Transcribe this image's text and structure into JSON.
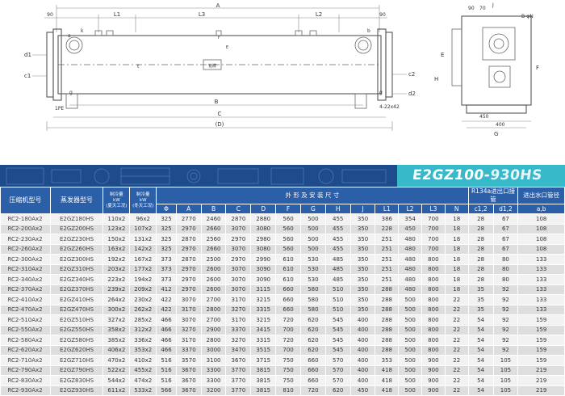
{
  "drawing": {
    "left_labels": [
      "d1",
      "c1"
    ],
    "right_labels": [
      "c2",
      "d2"
    ],
    "top_dims": [
      "A",
      "90",
      "L1",
      "L3",
      "L2",
      "90"
    ],
    "bottom_dims": [
      "B",
      "C",
      "(D)"
    ],
    "misc_labels": [
      "a",
      "k",
      "b",
      "F",
      "E",
      "g",
      "4-22x42",
      "1PE",
      "铭牌"
    ],
    "side_dims": [
      "90",
      "70",
      "J",
      "B-φN",
      "F",
      "E",
      "H",
      "450",
      "400",
      "G"
    ],
    "inner_marks": [
      "g",
      "t"
    ]
  },
  "banner": {
    "model_prefix": "E2GZ100-",
    "model_suffix": "930HS"
  },
  "table": {
    "head_compressor": "压缩机型号",
    "head_evaporator": "蒸发器型号",
    "head_cool_summer": "制冷量",
    "head_cool_summer_unit": "kW",
    "head_cool_summer_cond": "(夏天工况)",
    "head_cool_winter": "制冷量",
    "head_cool_winter_unit": "kW",
    "head_cool_winter_cond": "(冬天工况)",
    "head_dims": "外 形 及 安 装 尺 寸",
    "head_r134a": "R134a进出口接管",
    "head_water": "进出水口管径",
    "dim_cols": [
      "Φ",
      "A",
      "B",
      "C",
      "D",
      "F",
      "G",
      "H",
      "J",
      "L1",
      "L2",
      "L3",
      "N"
    ],
    "pipe_cols": [
      "c1,2",
      "d1,2",
      "a,b"
    ],
    "rows": [
      [
        "RC2-180Ax2",
        "E2GZ180HS",
        "110x2",
        "96x2",
        "325",
        "2770",
        "2460",
        "2870",
        "2880",
        "560",
        "500",
        "455",
        "350",
        "386",
        "354",
        "700",
        "18",
        "28",
        "67",
        "108"
      ],
      [
        "RC2-200Ax2",
        "E2GZ200HS",
        "123x2",
        "107x2",
        "325",
        "2970",
        "2660",
        "3070",
        "3080",
        "560",
        "500",
        "455",
        "350",
        "228",
        "450",
        "700",
        "18",
        "28",
        "67",
        "108"
      ],
      [
        "RC2-230Ax2",
        "E2GZ230HS",
        "150x2",
        "131x2",
        "325",
        "2870",
        "2560",
        "2970",
        "2980",
        "560",
        "500",
        "455",
        "350",
        "251",
        "480",
        "700",
        "18",
        "28",
        "67",
        "108"
      ],
      [
        "RC2-260Ax2",
        "E2GZ260HS",
        "163x2",
        "142x2",
        "325",
        "2970",
        "2660",
        "3070",
        "3080",
        "560",
        "500",
        "455",
        "350",
        "251",
        "480",
        "700",
        "18",
        "28",
        "67",
        "108"
      ],
      [
        "RC2-300Ax2",
        "E2GZ300HS",
        "192x2",
        "167x2",
        "373",
        "2870",
        "2500",
        "2970",
        "2990",
        "610",
        "530",
        "485",
        "350",
        "251",
        "480",
        "800",
        "18",
        "28",
        "80",
        "133"
      ],
      [
        "RC2-310Ax2",
        "E2GZ310HS",
        "203x2",
        "177x2",
        "373",
        "2970",
        "2600",
        "3070",
        "3090",
        "610",
        "530",
        "485",
        "350",
        "251",
        "480",
        "800",
        "18",
        "28",
        "80",
        "133"
      ],
      [
        "RC2-340Ax2",
        "E2GZ340HS",
        "223x2",
        "194x2",
        "373",
        "2970",
        "2600",
        "3070",
        "3090",
        "610",
        "530",
        "485",
        "350",
        "251",
        "480",
        "800",
        "18",
        "28",
        "80",
        "133"
      ],
      [
        "RC2-370Ax2",
        "E2GZ370HS",
        "239x2",
        "209x2",
        "412",
        "2970",
        "2600",
        "3070",
        "3115",
        "660",
        "580",
        "510",
        "350",
        "288",
        "480",
        "800",
        "18",
        "35",
        "92",
        "133"
      ],
      [
        "RC2-410Ax2",
        "E2GZ410HS",
        "264x2",
        "230x2",
        "422",
        "3070",
        "2700",
        "3170",
        "3215",
        "660",
        "580",
        "510",
        "350",
        "288",
        "500",
        "800",
        "22",
        "35",
        "92",
        "133"
      ],
      [
        "RC2-470Ax2",
        "E2GZ470HS",
        "300x2",
        "262x2",
        "422",
        "3170",
        "2800",
        "3270",
        "3315",
        "660",
        "580",
        "510",
        "350",
        "288",
        "500",
        "800",
        "22",
        "35",
        "92",
        "133"
      ],
      [
        "RC2-510Ax2",
        "E2GZ510HS",
        "327x2",
        "285x2",
        "466",
        "3070",
        "2700",
        "3170",
        "3215",
        "720",
        "620",
        "545",
        "400",
        "288",
        "500",
        "800",
        "22",
        "54",
        "92",
        "159"
      ],
      [
        "RC2-550Ax2",
        "E2GZ550HS",
        "358x2",
        "312x2",
        "466",
        "3270",
        "2900",
        "3370",
        "3415",
        "700",
        "620",
        "545",
        "400",
        "288",
        "500",
        "800",
        "22",
        "54",
        "92",
        "159"
      ],
      [
        "RC2-580Ax2",
        "E2GZ580HS",
        "385x2",
        "336x2",
        "466",
        "3170",
        "2800",
        "3270",
        "3315",
        "720",
        "620",
        "545",
        "400",
        "288",
        "500",
        "800",
        "22",
        "54",
        "92",
        "159"
      ],
      [
        "RC2-620Ax2",
        "E2GZ620HS",
        "406x2",
        "353x2",
        "466",
        "3370",
        "3000",
        "3470",
        "3515",
        "700",
        "620",
        "545",
        "400",
        "288",
        "500",
        "800",
        "22",
        "54",
        "92",
        "159"
      ],
      [
        "RC2-710Ax2",
        "E2GZ710HS",
        "470x2",
        "410x2",
        "516",
        "3570",
        "3100",
        "3670",
        "3715",
        "750",
        "660",
        "570",
        "400",
        "353",
        "500",
        "900",
        "22",
        "54",
        "105",
        "159"
      ],
      [
        "RC2-790Ax2",
        "E2GZ790HS",
        "522x2",
        "455x2",
        "516",
        "3670",
        "3300",
        "3770",
        "3815",
        "750",
        "660",
        "570",
        "400",
        "418",
        "500",
        "900",
        "22",
        "54",
        "105",
        "219"
      ],
      [
        "RC2-830Ax2",
        "E2GZ830HS",
        "544x2",
        "474x2",
        "516",
        "3670",
        "3300",
        "3770",
        "3815",
        "750",
        "660",
        "570",
        "400",
        "418",
        "500",
        "900",
        "22",
        "54",
        "105",
        "219"
      ],
      [
        "RC2-930Ax2",
        "E2GZ930HS",
        "611x2",
        "533x2",
        "566",
        "3670",
        "3200",
        "3770",
        "3815",
        "810",
        "720",
        "620",
        "450",
        "418",
        "500",
        "900",
        "22",
        "54",
        "105",
        "219"
      ]
    ]
  }
}
